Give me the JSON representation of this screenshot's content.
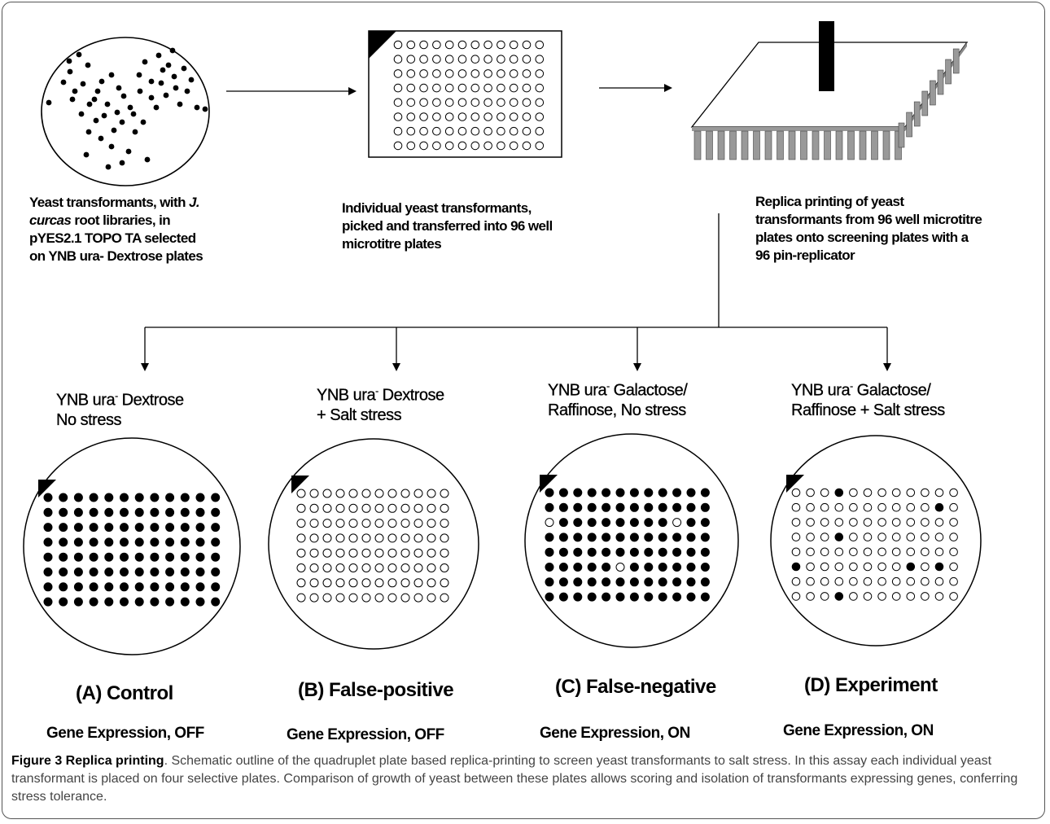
{
  "top_labels": {
    "step1_line1": "Yeast transformants, with ",
    "step1_italic1": "J.",
    "step1_italic2": "curcas",
    "step1_line2": " root libraries, in",
    "step1_line3": "pYES2.1 TOPO TA selected",
    "step1_line4": "on YNB ura- Dextrose plates",
    "step2_line1": "Individual yeast transformants,",
    "step2_line2": "picked and transferred into 96 well",
    "step2_line3": "microtitre plates",
    "step3_line1": "Replica printing of yeast",
    "step3_line2": "transformants from 96 well microtitre",
    "step3_line3": "plates onto screening plates with a",
    "step3_line4": "96 pin-replicator"
  },
  "plates": [
    {
      "medium_a": "YNB ura",
      "medium_sup": "-",
      "medium_b": " Dextrose",
      "line2": "No stress",
      "panel": "(A) Control",
      "gene": "Gene Expression, OFF",
      "pattern": "all_filled"
    },
    {
      "medium_a": "YNB ura",
      "medium_sup": "-",
      "medium_b": " Dextrose",
      "line2": "+ Salt stress",
      "panel": "(B) False-positive",
      "gene": "Gene Expression, OFF",
      "pattern": "all_empty"
    },
    {
      "medium_a": "YNB ura",
      "medium_sup": "-",
      "medium_b": " Galactose/",
      "line2": "Raffinose, No stress",
      "panel": "(C) False-negative",
      "gene": "Gene Expression, ON",
      "pattern": "mostly_filled"
    },
    {
      "medium_a": "YNB ura",
      "medium_sup": "-",
      "medium_b": " Galactose/",
      "line2": "Raffinose + Salt stress",
      "panel": "(D) Experiment",
      "gene": "Gene Expression, ON",
      "pattern": "sparse"
    }
  ],
  "well_grid": {
    "rows": 8,
    "cols": 12
  },
  "empty_wells_c": [
    [
      2,
      0
    ],
    [
      2,
      9
    ],
    [
      5,
      5
    ]
  ],
  "filled_wells_d": [
    [
      0,
      3
    ],
    [
      1,
      10
    ],
    [
      3,
      3
    ],
    [
      5,
      0
    ],
    [
      5,
      8
    ],
    [
      5,
      10
    ],
    [
      7,
      3
    ]
  ],
  "caption": {
    "bold": "Figure 3 Replica printing",
    "text": ". Schematic outline of the quadruplet plate based replica-printing to screen yeast transformants to salt stress. In this assay each individual yeast transformant is placed on four selective plates. Comparison of growth of yeast between these plates allows scoring and isolation of transformants expressing genes, conferring stress tolerance."
  }
}
